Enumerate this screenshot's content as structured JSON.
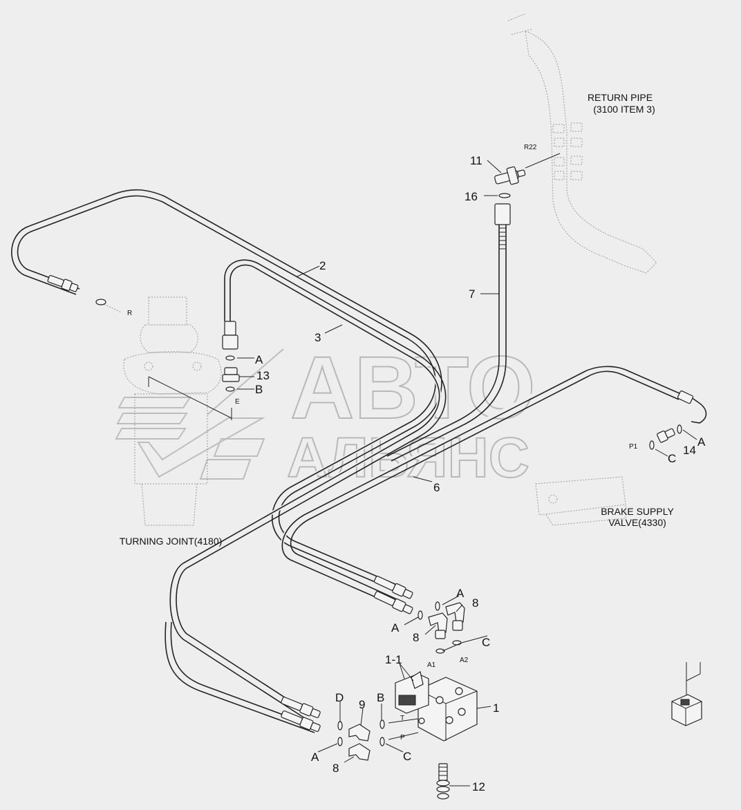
{
  "watermark": {
    "line1": "АВТО",
    "line2": "АЛЬЯНС"
  },
  "captions": {
    "return_pipe_1": "RETURN PIPE",
    "return_pipe_2": "(3100 ITEM 3)",
    "turning_joint": "TURNING JOINT(4180)",
    "brake_supply_1": "BRAKE SUPPLY",
    "brake_supply_2": "VALVE(4330)"
  },
  "callouts": {
    "c_11": "11",
    "c_16": "16",
    "c_7": "7",
    "c_2": "2",
    "c_3": "3",
    "c_6": "6",
    "c_13": "13",
    "c_14": "14",
    "c_8a": "8",
    "c_8b": "8",
    "c_8c": "8",
    "c_9": "9",
    "c_1": "1",
    "c_1_1": "1-1",
    "c_12": "12",
    "a_13": "A",
    "b_13": "B",
    "a_14": "A",
    "c_14l": "C",
    "a_top1": "A",
    "a_top2": "A",
    "c_top": "C",
    "d_bot": "D",
    "b_bot": "B",
    "a_bot": "A",
    "c_bot": "C"
  },
  "ports": {
    "r22": "R22",
    "r": "R",
    "e": "E",
    "p1": "P1",
    "a1": "A1",
    "a2": "A2",
    "t": "T",
    "p": "P"
  }
}
